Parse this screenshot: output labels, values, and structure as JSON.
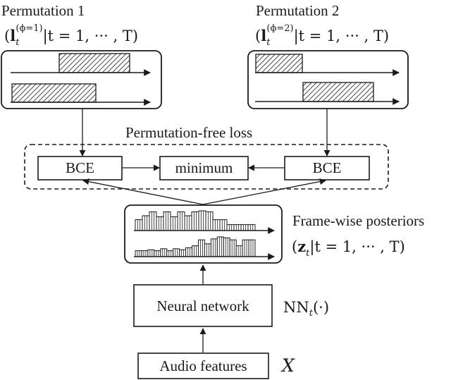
{
  "permutation_1": {
    "title": "Permutation 1",
    "formula": {
      "open": "(",
      "symbol": "l",
      "sub": "t",
      "sup": "(ϕ=1)",
      "rest": "|t = 1, ··· , T)"
    }
  },
  "permutation_2": {
    "title": "Permutation 2",
    "formula": {
      "open": "(",
      "symbol": "l",
      "sub": "t",
      "sup": "(ϕ=2)",
      "rest": "|t = 1, ··· , T)"
    }
  },
  "loss": {
    "title": "Permutation-free loss",
    "left_box": "BCE",
    "center_box": "minimum",
    "right_box": "BCE"
  },
  "posteriors": {
    "title": "Frame-wise posteriors",
    "formula": {
      "open": "(",
      "symbol": "z",
      "sub": "t",
      "rest": "|t = 1, ··· , T)"
    },
    "track1_levels": [
      0.55,
      0.75,
      0.95,
      0.7,
      0.95,
      0.7,
      0.95,
      0.75,
      0.95,
      1.0,
      0.95,
      0.55,
      0.55,
      0.3,
      0.3,
      0.3,
      0.3
    ],
    "track2_levels": [
      0.3,
      0.3,
      0.35,
      0.3,
      0.4,
      0.3,
      0.4,
      0.35,
      0.45,
      0.55,
      0.85,
      0.65,
      0.9,
      1.0,
      0.95,
      0.85,
      0.55,
      0.85,
      0.85
    ]
  },
  "network": {
    "box": "Neural network",
    "label_main": "NN",
    "label_sub": "t",
    "label_arg": "(·)"
  },
  "features": {
    "box": "Audio features",
    "symbol": "X"
  },
  "colors": {
    "line": "#1a1a1a",
    "background": "#ffffff"
  }
}
